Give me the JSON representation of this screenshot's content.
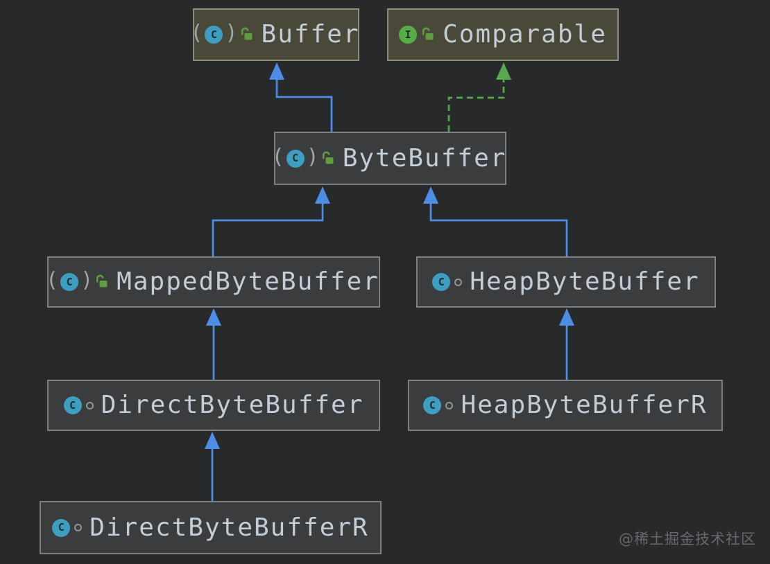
{
  "diagram": {
    "title_hint": "Java NIO Buffer class hierarchy (IDE UML diagram)",
    "nodes": [
      {
        "id": "buffer",
        "label": "Buffer",
        "kind": "abstract-class",
        "visibility": "unlocked",
        "highlighted": true
      },
      {
        "id": "comparable",
        "label": "Comparable",
        "kind": "interface",
        "visibility": "unlocked",
        "highlighted": true
      },
      {
        "id": "bytebuffer",
        "label": "ByteBuffer",
        "kind": "abstract-class",
        "visibility": "unlocked",
        "highlighted": false
      },
      {
        "id": "mappedbytebuffer",
        "label": "MappedByteBuffer",
        "kind": "abstract-class",
        "visibility": "unlocked",
        "highlighted": false
      },
      {
        "id": "heapbytebuffer",
        "label": "HeapByteBuffer",
        "kind": "class",
        "visibility": "package-private",
        "highlighted": false
      },
      {
        "id": "directbytebuffer",
        "label": "DirectByteBuffer",
        "kind": "class",
        "visibility": "package-private",
        "highlighted": false
      },
      {
        "id": "heapbytebufferr",
        "label": "HeapByteBufferR",
        "kind": "class",
        "visibility": "package-private",
        "highlighted": false
      },
      {
        "id": "directbytebufferr",
        "label": "DirectByteBufferR",
        "kind": "class",
        "visibility": "package-private",
        "highlighted": false
      }
    ],
    "edges": [
      {
        "from": "ByteBuffer",
        "to": "Buffer",
        "type": "extends"
      },
      {
        "from": "ByteBuffer",
        "to": "Comparable",
        "type": "implements"
      },
      {
        "from": "MappedByteBuffer",
        "to": "ByteBuffer",
        "type": "extends"
      },
      {
        "from": "HeapByteBuffer",
        "to": "ByteBuffer",
        "type": "extends"
      },
      {
        "from": "DirectByteBuffer",
        "to": "MappedByteBuffer",
        "type": "extends"
      },
      {
        "from": "HeapByteBufferR",
        "to": "HeapByteBuffer",
        "type": "extends"
      },
      {
        "from": "DirectByteBufferR",
        "to": "DirectByteBuffer",
        "type": "extends"
      }
    ],
    "icons": {
      "class_letter": "C",
      "interface_letter": "I",
      "abstract_paren_open": "(",
      "abstract_paren_close": ")"
    },
    "colors": {
      "extends_arrow": "#4d8de6",
      "implements_arrow": "#5aa84e",
      "class_icon": "#3d9ec2",
      "interface_icon": "#57ad45",
      "lock_icon": "#5f9e3f",
      "node_fill": "#3a3c3e",
      "node_fill_highlight": "#4a4839",
      "background": "#27292a"
    },
    "watermark": "@稀土掘金技术社区"
  }
}
